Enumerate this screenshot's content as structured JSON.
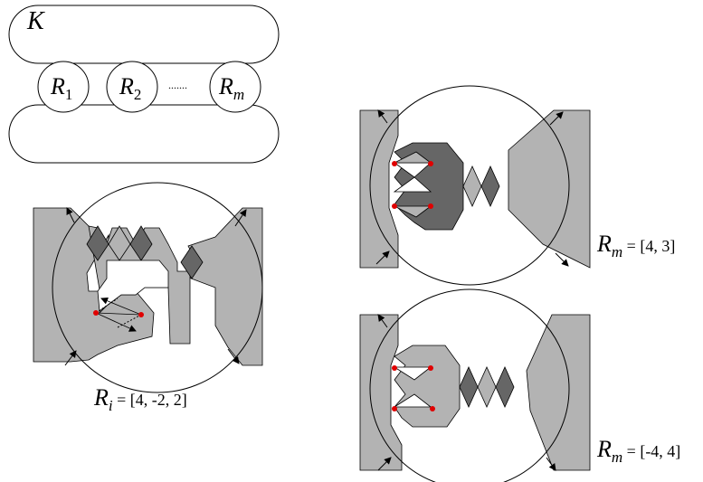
{
  "knot": {
    "label": "K",
    "regions": [
      {
        "letter": "R",
        "sub": "1"
      },
      {
        "letter": "R",
        "sub": "2"
      },
      {
        "letter": "R",
        "sub": "m"
      }
    ],
    "dots": "......."
  },
  "captions": {
    "ri": {
      "letter": "R",
      "sub": "i",
      "value": " = [4, -2, 2]"
    },
    "rm1": {
      "letter": "R",
      "sub": "m",
      "value": " = [4, 3]"
    },
    "rm2": {
      "letter": "R",
      "sub": "m",
      "value": " = [-4, 4]"
    }
  },
  "colors": {
    "light_gray": "#b3b3b3",
    "dark_gray": "#666666",
    "red_dot": "#e00000",
    "stroke": "#000000"
  }
}
